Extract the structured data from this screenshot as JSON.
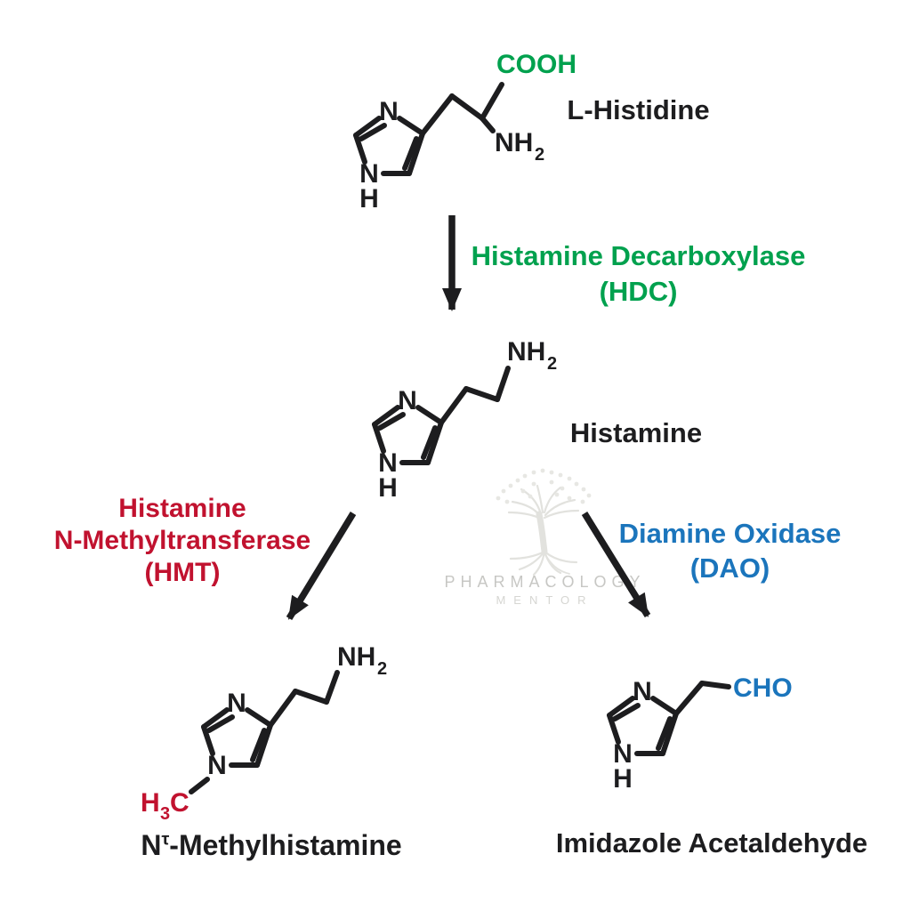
{
  "colors": {
    "structure_black": "#1d1d1f",
    "hdc_green": "#00a14e",
    "hmt_red": "#c1122f",
    "dao_blue": "#1b75bc",
    "watermark_gray": "#c7c7c4"
  },
  "molecules": {
    "histidine": {
      "name": "L-Histidine",
      "atoms": {
        "n_top": "N",
        "n_bottom": "N",
        "nh_h": "H",
        "cooh": "COOH",
        "amine": "NH",
        "amine_sub": "2"
      }
    },
    "histamine": {
      "name": "Histamine",
      "atoms": {
        "n_top": "N",
        "n_bottom": "N",
        "nh_h": "H",
        "amine": "NH",
        "amine_sub": "2"
      }
    },
    "methylhistamine": {
      "name_prefix": "N",
      "name_sup": "τ",
      "name_rest": "-Methylhistamine",
      "atoms": {
        "n_top": "N",
        "n_bottom": "N",
        "amine": "NH",
        "amine_sub": "2",
        "methyl_h": "H",
        "methyl_sub": "3",
        "methyl_c": "C"
      }
    },
    "imidazole_acetaldehyde": {
      "name": "Imidazole Acetaldehyde",
      "atoms": {
        "n_top": "N",
        "n_bottom": "N",
        "nh_h": "H",
        "cho": "CHO"
      }
    }
  },
  "enzymes": {
    "hdc": {
      "line1": "Histamine Decarboxylase",
      "line2": "(HDC)"
    },
    "hmt": {
      "line1": "Histamine",
      "line2": "N-Methyltransferase",
      "line3": "(HMT)"
    },
    "dao": {
      "line1": "Diamine Oxidase",
      "line2": "(DAO)"
    }
  },
  "watermark": {
    "brand": "PHARMACOLOGY",
    "sub": "MENTOR"
  }
}
